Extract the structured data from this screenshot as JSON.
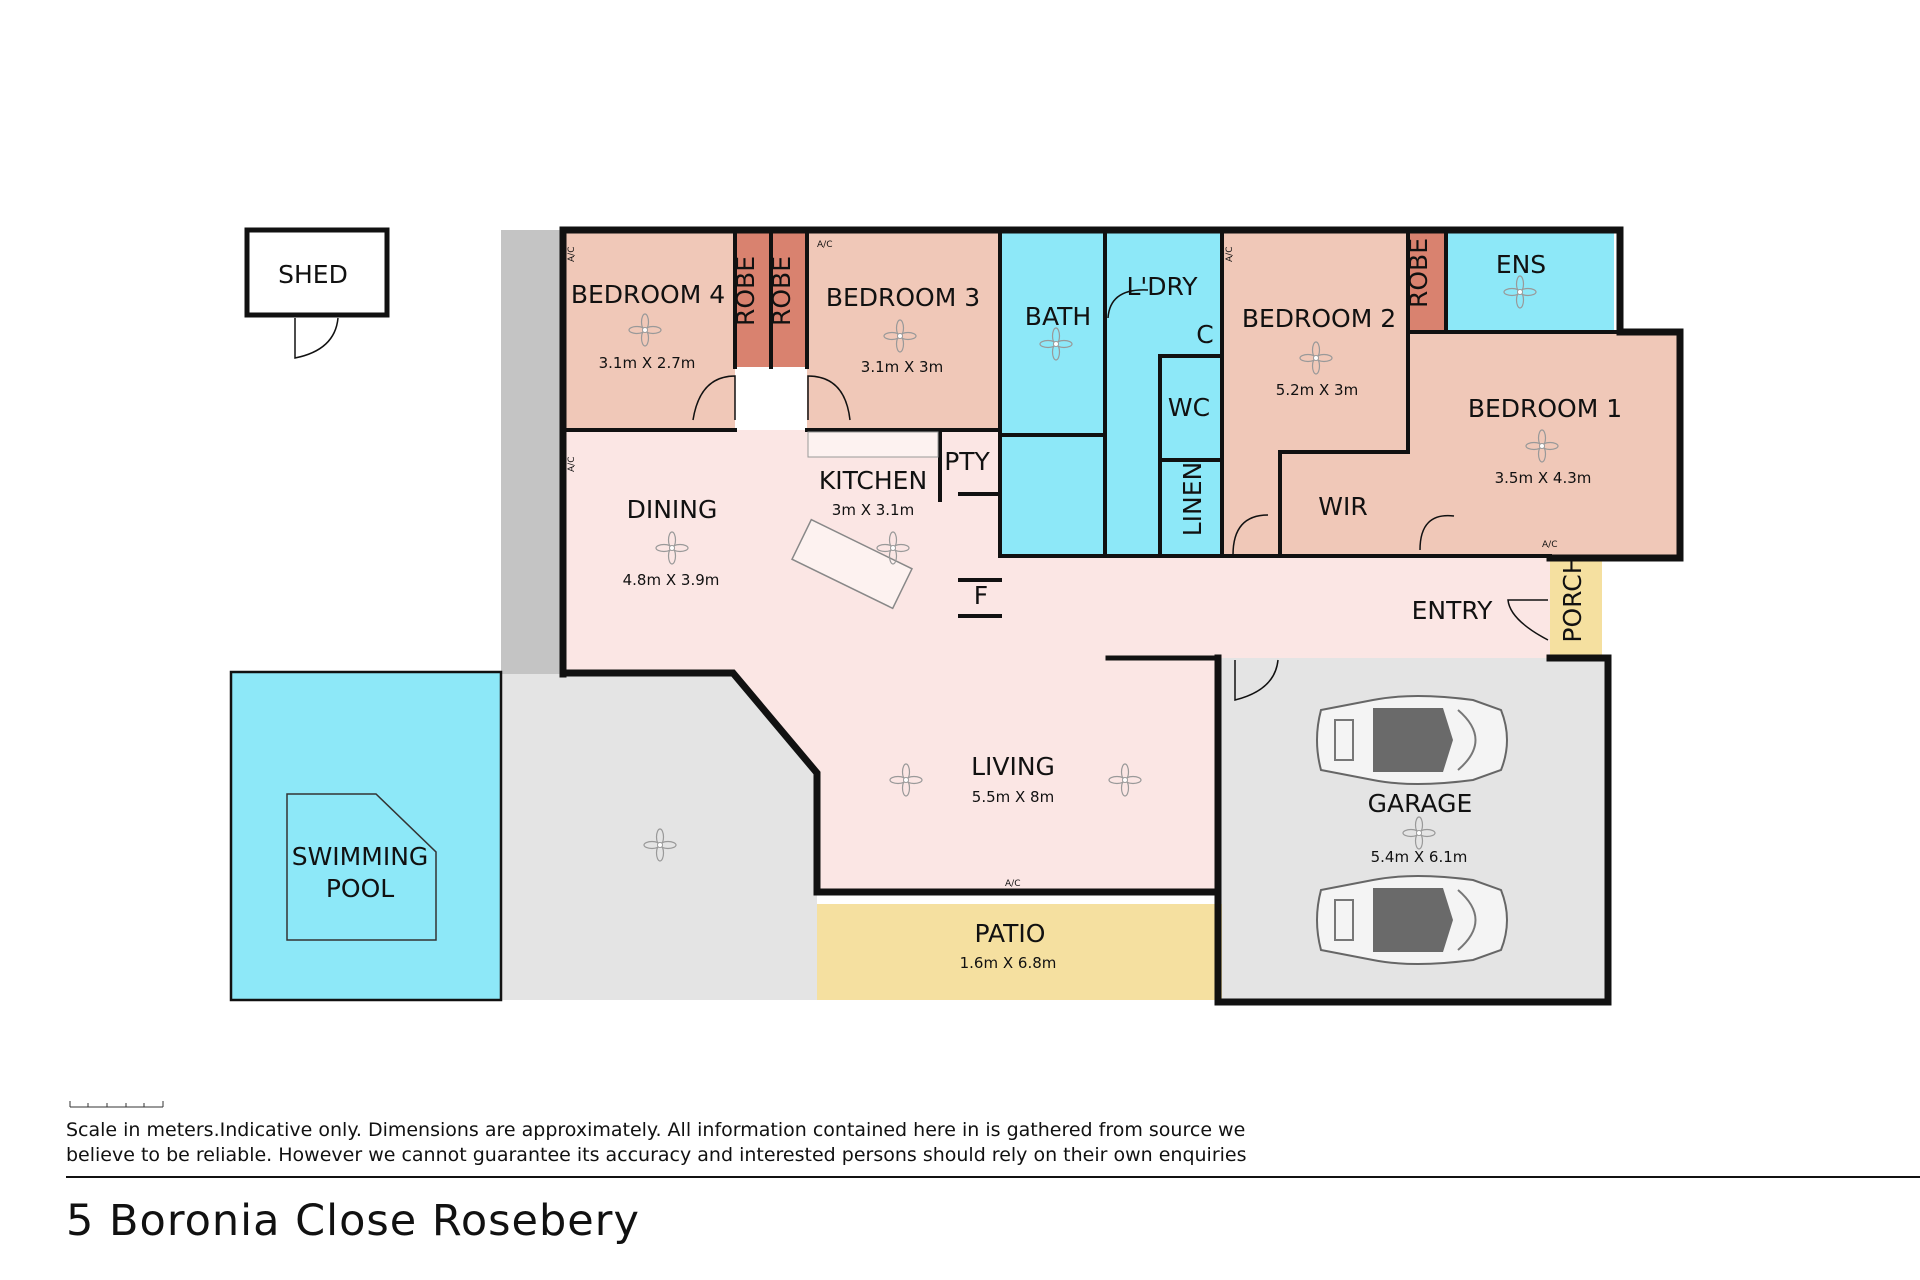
{
  "colors": {
    "bedroom": "#f0c8b8",
    "robe": "#d9826f",
    "wet": "#8de8f8",
    "living": "#fbe6e4",
    "grey": "#e4e4e4",
    "patio": "#f5e0a0",
    "wall": "#111111"
  },
  "rooms": {
    "shed": "SHED",
    "bedroom4": {
      "name": "BEDROOM 4",
      "dim": "3.1m X 2.7m"
    },
    "robe_a": "ROBE",
    "robe_b": "ROBE",
    "bedroom3": {
      "name": "BEDROOM 3",
      "dim": "3.1m X 3m"
    },
    "bath": "BATH",
    "laundry": "L'DRY",
    "c": "C",
    "wc": "WC",
    "linen": "LINEN",
    "bedroom2": {
      "name": "BEDROOM 2",
      "dim": "5.2m X 3m"
    },
    "robe_c": "ROBE",
    "ens": "ENS",
    "bedroom1": {
      "name": "BEDROOM 1",
      "dim": "3.5m X 4.3m"
    },
    "wir": "WIR",
    "dining": {
      "name": "DINING",
      "dim": "4.8m X 3.9m"
    },
    "kitchen": {
      "name": "KITCHEN",
      "dim": "3m X 3.1m"
    },
    "pty": "PTY",
    "f": "F",
    "entry": "ENTRY",
    "porch": "PORCH",
    "living": {
      "name": "LIVING",
      "dim": "5.5m X 8m"
    },
    "garage": {
      "name": "GARAGE",
      "dim": "5.4m X 6.1m"
    },
    "pool": {
      "line1": "SWIMMING",
      "line2": "POOL"
    },
    "patio": {
      "name": "PATIO",
      "dim": "1.6m X 6.8m"
    }
  },
  "ac_label": "A/C",
  "footer": {
    "disclaimer_line1": "Scale in meters.Indicative only. Dimensions are approximately. All information contained here in is gathered from source we",
    "disclaimer_line2": "believe to be reliable. However we cannot guarantee its accuracy and interested persons should rely on their own enquiries",
    "address": "5 Boronia Close Rosebery"
  }
}
